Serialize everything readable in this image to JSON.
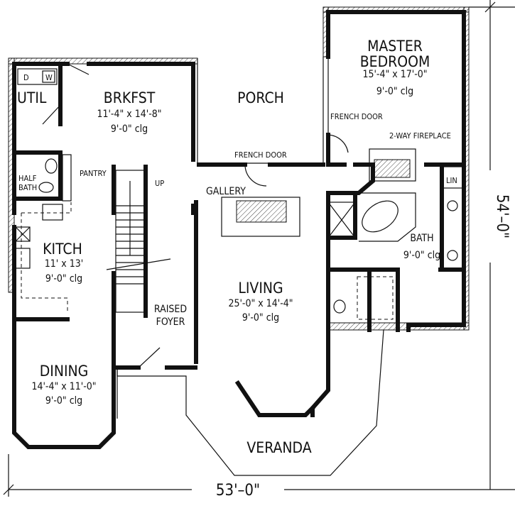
{
  "rooms": {
    "master": {
      "name1": "MASTER",
      "name2": "BEDROOM",
      "size": "15'-4\" x 17'-0\"",
      "clg": "9'-0\" clg"
    },
    "brkfst": {
      "name": "BRKFST",
      "size": "11'-4\" x 14'-8\"",
      "clg": "9'-0\" clg"
    },
    "porch": {
      "name": "PORCH"
    },
    "util": {
      "name": "UTIL",
      "dryer": "D",
      "washer": "W"
    },
    "half_bath": {
      "name1": "HALF",
      "name2": "BATH"
    },
    "pantry": {
      "name": "PANTRY"
    },
    "kitch": {
      "name": "KITCH",
      "size": "11' x 13'",
      "clg": "9'-0\" clg"
    },
    "gallery": {
      "name": "GALLERY"
    },
    "living": {
      "name": "LIVING",
      "size": "25'-0\" x 14'-4\"",
      "clg": "9'-0\" clg"
    },
    "foyer": {
      "name1": "RAISED",
      "name2": "FOYER"
    },
    "dining": {
      "name": "DINING",
      "size": "14'-4\" x 11'-0\"",
      "clg": "9'-0\" clg"
    },
    "bath": {
      "name": "BATH",
      "clg": "9'-0\" clg"
    },
    "lin": {
      "name": "LIN"
    },
    "veranda": {
      "name": "VERANDA"
    }
  },
  "labels": {
    "french_door_porch": "FRENCH DOOR",
    "french_door_master": "FRENCH DOOR",
    "fireplace": "2-WAY FIREPLACE",
    "stairs_up": "UP"
  },
  "dimensions": {
    "width": "53'–0\"",
    "depth": "54'–0\""
  }
}
